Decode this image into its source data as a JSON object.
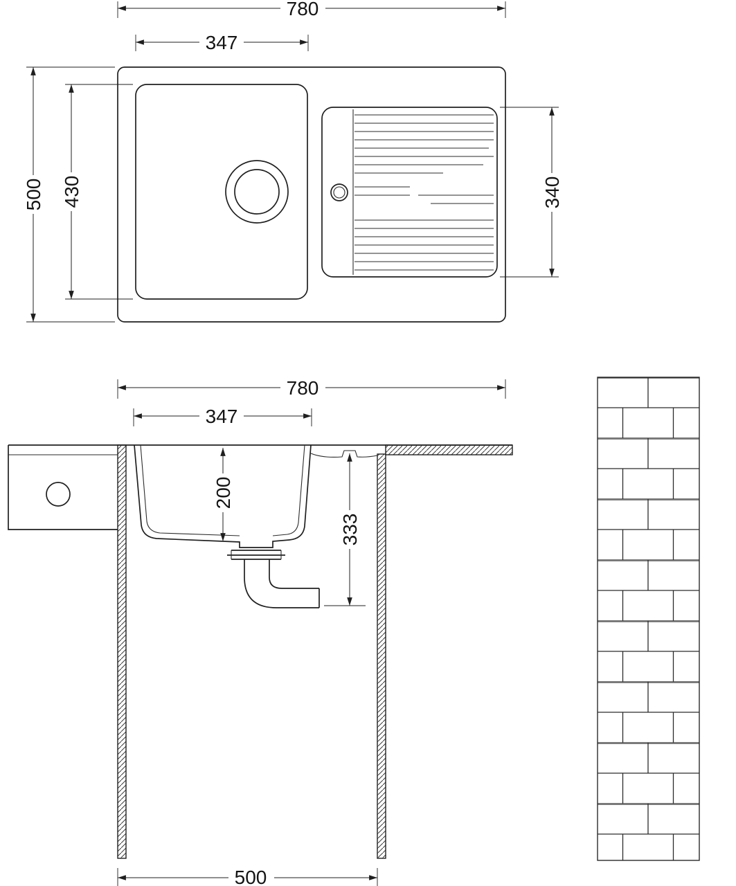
{
  "drawing": {
    "top_view": {
      "width_total": "780",
      "bowl_width": "347",
      "depth_total": "500",
      "bowl_depth": "430",
      "drainer_depth": "340"
    },
    "section_view": {
      "width_total": "780",
      "bowl_width": "347",
      "bowl_depth": "200",
      "drain_depth": "333",
      "cabinet_width": "500"
    }
  }
}
